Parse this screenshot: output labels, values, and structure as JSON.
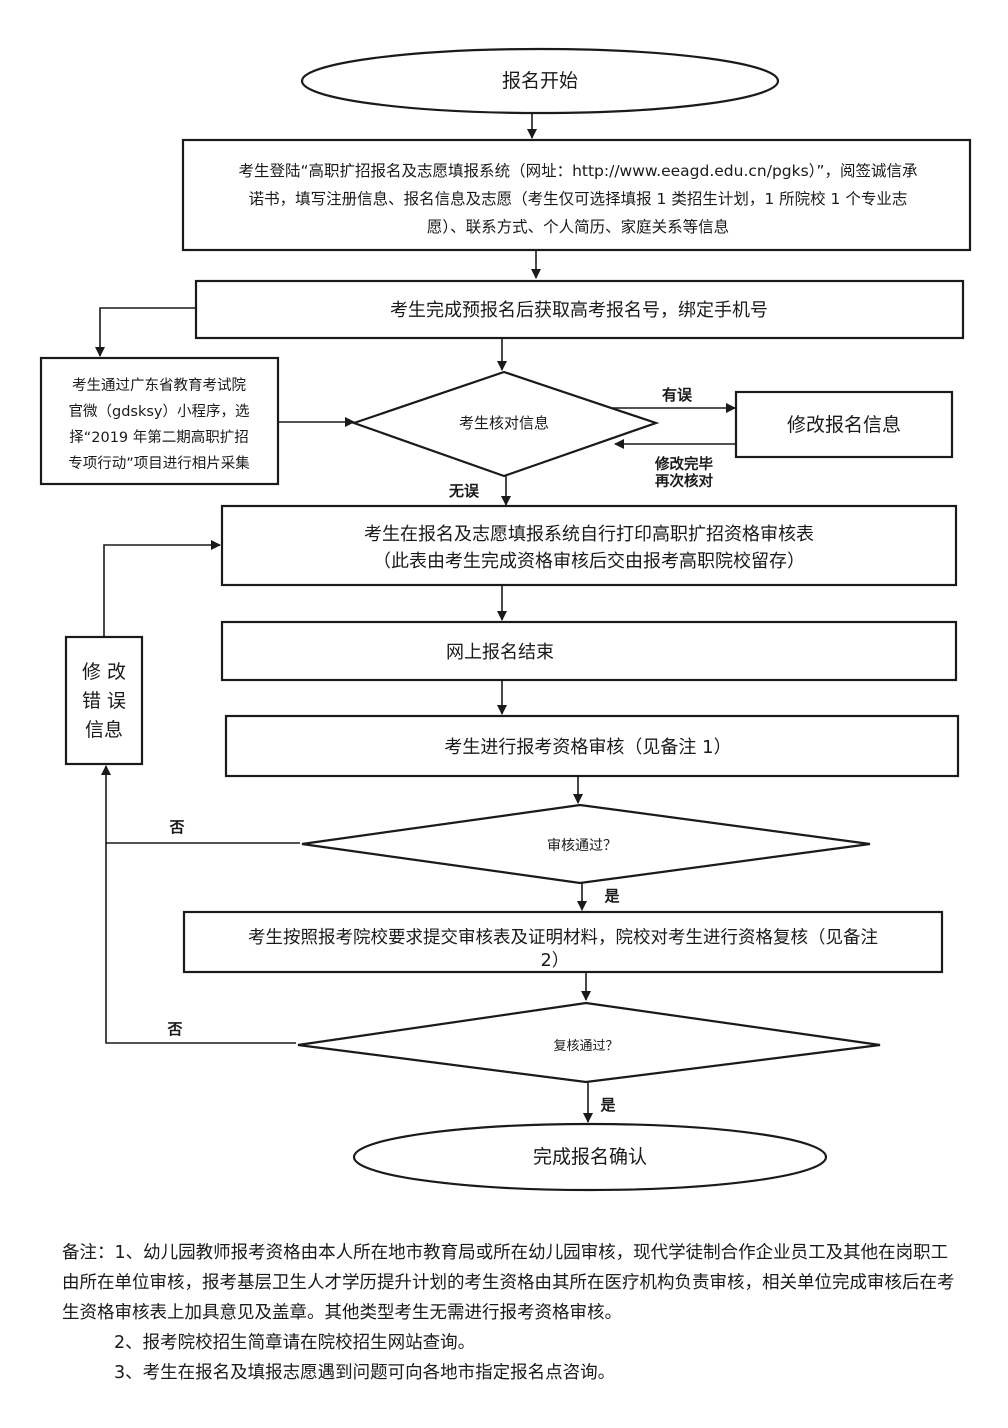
{
  "nodes": {
    "start": "报名开始",
    "login": [
      "考生登陆“高职扩招报名及志愿填报系统（网址：http://www.eeagd.edu.cn/pgks）”，阅签诚信承",
      "诺书，填写注册信息、报名信息及志愿（考生仅可选择填报 1 类招生计划，1 所院校 1 个专业志",
      "愿）、联系方式、个人简历、家庭关系等信息"
    ],
    "prereg": "考生完成预报名后获取高考报名号，绑定手机号",
    "photo": [
      "考生通过广东省教育考试院",
      "官微（gdsksy）小程序，选",
      "择“2019 年第二期高职扩招",
      "专项行动”项目进行相片采集"
    ],
    "check_info": "考生核对信息",
    "modify_info": "修改报名信息",
    "print_form": [
      "考生在报名及志愿填报系统自行打印高职扩招资格审核表",
      "（此表由考生完成资格审核后交由报考高职院校留存）"
    ],
    "online_end": "网上报名结束",
    "qual_review": "考生进行报考资格审核（见备注 1）",
    "review_pass": "审核通过？",
    "submit": [
      "考生按照报考院校要求提交审核表及证明材料，院校对考生进行资格复核（见备注",
      "2）"
    ],
    "recheck_pass": "复核通过？",
    "finish": "完成报名确认",
    "fix_errors": [
      "修 改",
      "错 误",
      "信息"
    ]
  },
  "edges": {
    "has_error": "有误",
    "modified_recheck": [
      "修改完毕",
      "再次核对"
    ],
    "no_error": "无误",
    "no1": "否",
    "yes1": "是",
    "no2": "否",
    "yes2": "是"
  },
  "notes": {
    "note1": "备注：1、幼儿园教师报考资格由本人所在地市教育局或所在幼儿园审核，现代学徒制合作企业员工及其他在岗职工由所在单位审核，报考基层卫生人才学历提升计划的考生资格由其所在医疗机构负责审核，相关单位完成审核后在考生资格审核表上加具意见及盖章。其他类型考生无需进行报考资格审核。",
    "note2": "2、报考院校招生简章请在院校招生网站查询。",
    "note3": "3、考生在报名及填报志愿遇到问题可向各地市指定报名点咨询。"
  }
}
